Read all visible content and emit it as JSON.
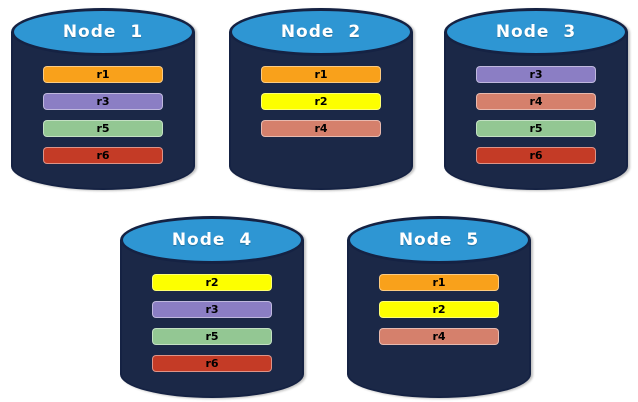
{
  "diagram": {
    "description": "Database nodes with replica placement",
    "cylinder_colors": {
      "body": "#1B2847",
      "outline": "#152243",
      "top": "#2E96D3",
      "title_text": "#FFFFFF"
    },
    "replica_colors": {
      "r1": "#F9A11B",
      "r2": "#FDFF00",
      "r3": "#8B7EC4",
      "r4": "#D5806C",
      "r5": "#93C793",
      "r6": "#C43B26"
    },
    "nodes": [
      {
        "label": "Node 1",
        "replicas": [
          "r1",
          "r3",
          "r5",
          "r6"
        ]
      },
      {
        "label": "Node 2",
        "replicas": [
          "r1",
          "r2",
          "r4"
        ]
      },
      {
        "label": "Node 3",
        "replicas": [
          "r3",
          "r4",
          "r5",
          "r6"
        ]
      },
      {
        "label": "Node 4",
        "replicas": [
          "r2",
          "r3",
          "r5",
          "r6"
        ]
      },
      {
        "label": "Node 5",
        "replicas": [
          "r1",
          "r2",
          "r4"
        ]
      }
    ]
  }
}
